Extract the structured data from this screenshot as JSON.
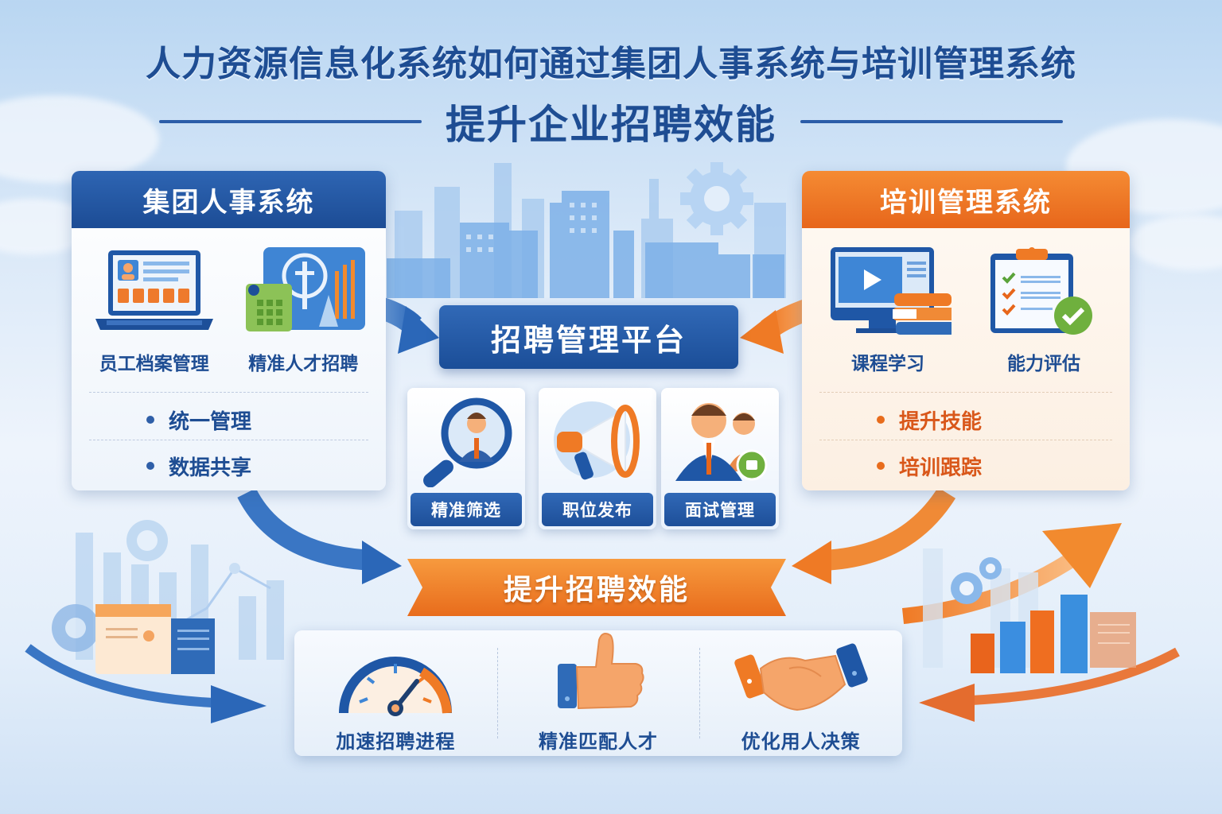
{
  "header": {
    "title_line1": "人力资源信息化系统如何通过集团人事系统与培训管理系统",
    "title_line2": "提升企业招聘效能"
  },
  "left_panel": {
    "title": "集团人事系统",
    "icons": [
      {
        "icon": "laptop-profile-icon",
        "label": "员工档案管理"
      },
      {
        "icon": "org-chart-document-icon",
        "label": "精准人才招聘"
      }
    ],
    "bullets": [
      "统一管理",
      "数据共享"
    ],
    "accent_color": "#1e4d93"
  },
  "right_panel": {
    "title": "培训管理系统",
    "icons": [
      {
        "icon": "video-course-books-icon",
        "label": "课程学习"
      },
      {
        "icon": "checklist-clipboard-icon",
        "label": "能力评估"
      }
    ],
    "bullets": [
      "提升技能",
      "培训跟踪"
    ],
    "accent_color": "#e7661b"
  },
  "center": {
    "platform_title": "招聘管理平台",
    "tiles": [
      {
        "icon": "magnifier-candidate-icon",
        "label": "精准筛选"
      },
      {
        "icon": "megaphone-icon",
        "label": "职位发布"
      },
      {
        "icon": "team-people-icon",
        "label": "面试管理"
      }
    ]
  },
  "outcome": {
    "banner": "提升招聘效能",
    "results": [
      {
        "icon": "speedometer-icon",
        "label": "加速招聘进程"
      },
      {
        "icon": "thumbs-up-icon",
        "label": "精准匹配人才"
      },
      {
        "icon": "handshake-icon",
        "label": "优化用人决策"
      }
    ]
  },
  "colors": {
    "primary_blue": "#1e4d93",
    "accent_orange": "#e86c1c",
    "background": "#dbe9f8"
  }
}
